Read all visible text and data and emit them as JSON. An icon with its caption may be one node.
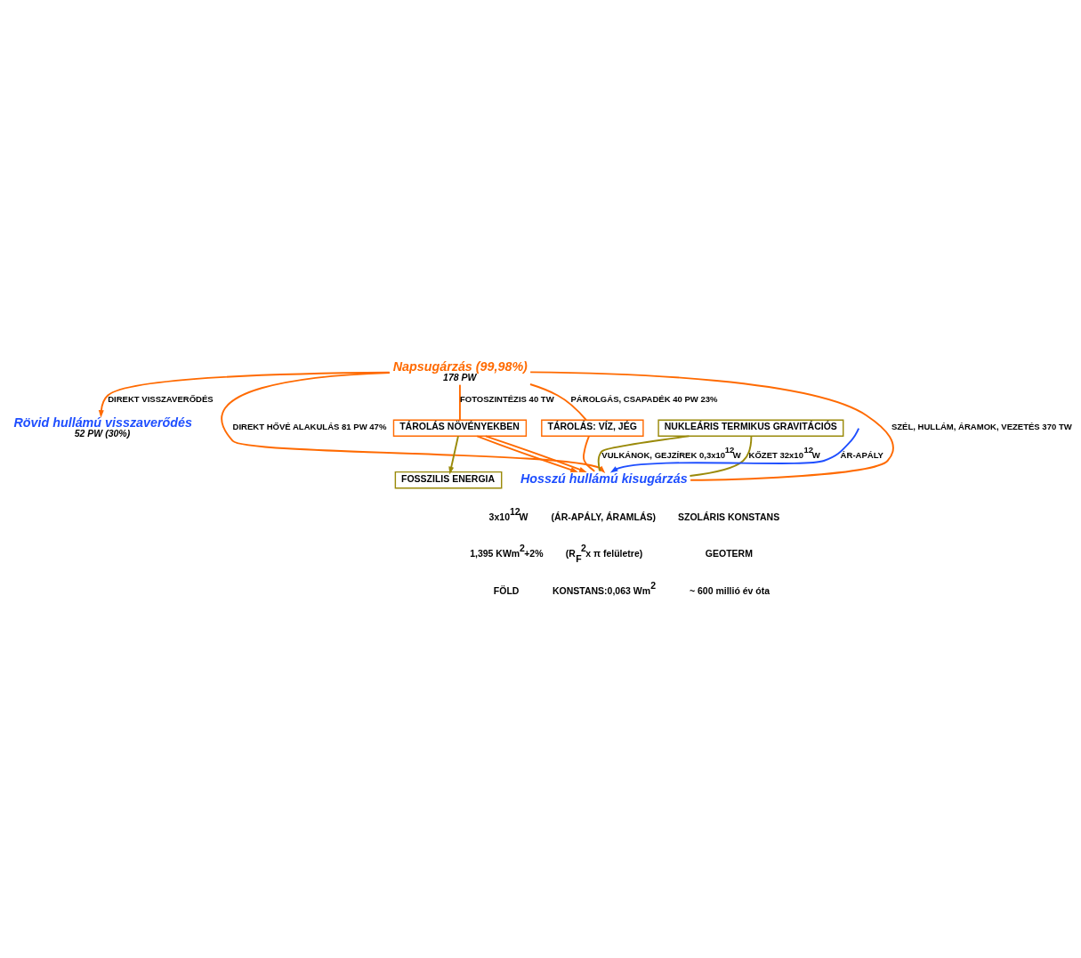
{
  "diagram": {
    "nodes": [
      {
        "text": [
          "Napsugárzás (99,98%)"
        ],
        "beside": [
          "178 PW"
        ]
      },
      {
        "text": [
          "Rövid hullámú visszaverődés"
        ],
        "beside": [
          "52 PW",
          "(30%)"
        ]
      },
      {
        "text": [
          "Hosszú hullámú kisugárzás"
        ]
      },
      {
        "text": [
          "TÁROLÁS: VÍZ, JÉG"
        ]
      },
      {
        "text": [
          "TÁROLÁS NÖVÉNYEKBEN"
        ]
      },
      {
        "text": [
          "FOSSZILIS ENERGIA"
        ]
      },
      {
        "text": [
          "NUKLEÁRIS TERMIKUS GRAVITÁCIÓS"
        ]
      }
    ],
    "edges": [
      {
        "from": 0,
        "to": 1,
        "arrow": "to",
        "label": "DIREKT VISSZAVERŐDÉS"
      },
      {
        "from": 0,
        "to": 2,
        "arrow": "to",
        "label": "DIREKT HŐVÉ ALAKULÁS 81 PW 47%"
      },
      {
        "from": 0,
        "to": 3,
        "arrow": "none",
        "label": "PÁROLGÁS, CSAPADÉK 40 PW 23%"
      },
      {
        "from": 3,
        "to": 2,
        "arrow": "none"
      },
      {
        "from": 0,
        "to": 2,
        "arrow": "none",
        "label": "SZÉL, HULLÁM, ÁRAMOK, VEZETÉS 370 TW"
      },
      {
        "from": 0,
        "to": 4,
        "arrow": "none",
        "label": "FOTOSZINTÉZIS 40 TW"
      },
      {
        "from": 4,
        "to": 2,
        "arrow": "to"
      },
      {
        "from": 4,
        "to": 2,
        "arrow": "to"
      },
      {
        "from": null,
        "to": 2,
        "arrow": "to",
        "label": "ÁR-APÁLY",
        "color": "#1f4fff"
      },
      {
        "from": 4,
        "to": 5,
        "arrow": "to",
        "color": "#9a8a0a"
      },
      {
        "from": 6,
        "to": 2,
        "arrow": "none",
        "label": "VULKÁNOK, GEJZÍREK 0,3x10$^{12}$W",
        "color": "#9a8a0a"
      },
      {
        "from": 6,
        "to": 2,
        "arrow": "none",
        "label": "KŐZET 32x10$^{12}$W",
        "color": "#9a8a0a"
      }
    ],
    "labels": [
      "3x10$^{12}$W",
      "(ÁR-APÁLY, ÁRAMLÁS)",
      "SZOLÁRIS KONSTANS",
      "1,395 KWm$^{2}$+2%",
      "(R$_{F}$$^{2}$x π felületre)",
      "GEOTERM",
      "FÖLD",
      "KONSTANS:0,063 Wm$^{2}$",
      "~ 600 millió év óta"
    ]
  }
}
